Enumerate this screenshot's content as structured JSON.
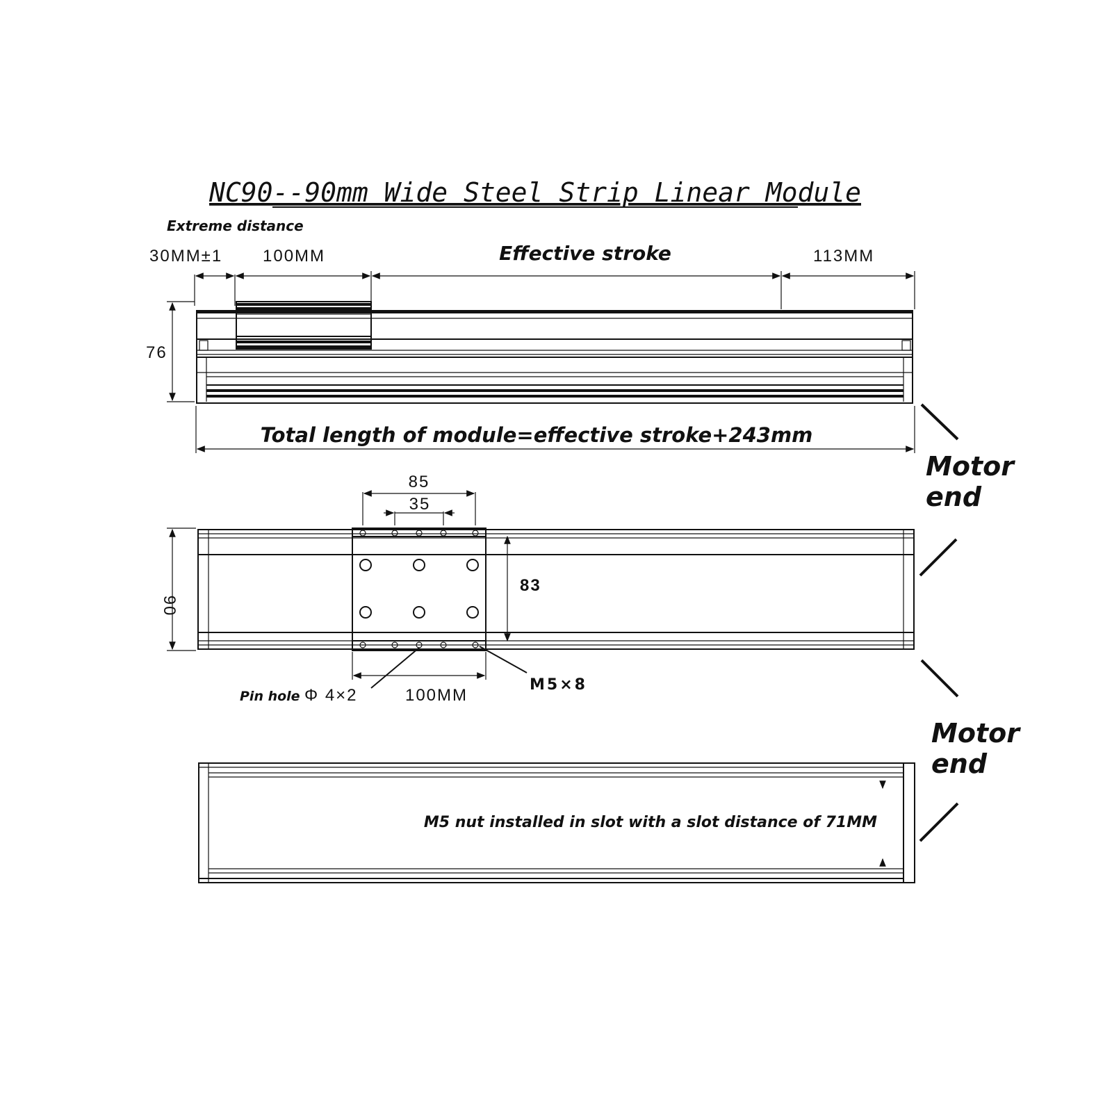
{
  "title": "NC90--90mm Wide Steel Strip Linear Module",
  "top_view": {
    "extreme_distance_label": "Extreme distance",
    "dim_30": "30MM±1",
    "dim_100": "100MM",
    "effective_stroke": "Effective stroke",
    "dim_113": "113MM",
    "dim_height": "76",
    "total_length": "Total length of module=effective stroke+243mm",
    "motor_end": [
      "Motor",
      "end"
    ]
  },
  "plan_view": {
    "dim_85": "85",
    "dim_35": "35",
    "dim_width": "90",
    "dim_83": "83",
    "pin_hole_label": "Pin hole",
    "pin_hole_spec": "Φ 4×2",
    "dim_100": "100MM",
    "bolt_spec": "M5×8",
    "motor_end": [
      "Motor",
      "end"
    ]
  },
  "bottom_view": {
    "slot_note": "M5 nut installed in slot with a slot distance of 71MM"
  }
}
